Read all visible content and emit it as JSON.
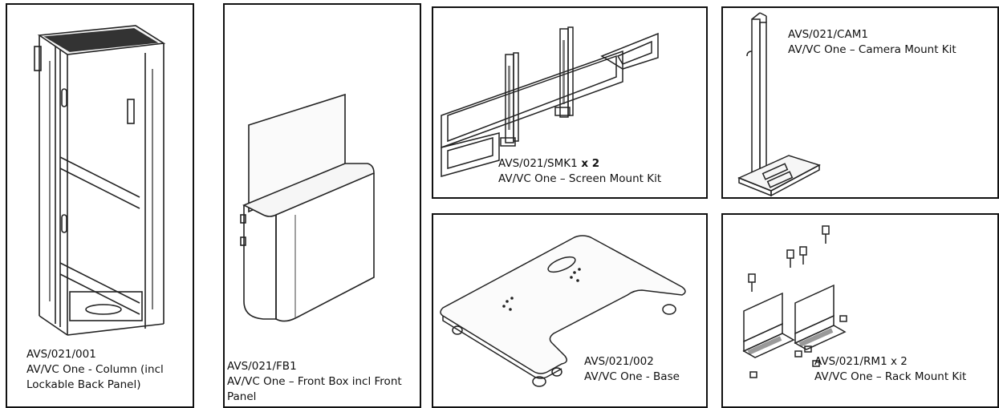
{
  "panels": {
    "column": {
      "code": "AVS/021/001",
      "line1": "AV/VC One - Column (incl",
      "line2": "Lockable Back Panel)"
    },
    "front_box": {
      "code": "AVS/021/FB1",
      "line1": "AV/VC One – Front Box incl Front",
      "line2": "Panel"
    },
    "screen_mount": {
      "code": "AVS/021/SMK1",
      "qty": " x 2",
      "name": "AV/VC One – Screen Mount Kit"
    },
    "camera_mount": {
      "code": "AVS/021/CAM1",
      "name": "AV/VC One – Camera Mount Kit"
    },
    "base": {
      "code": "AVS/021/002",
      "name": "AV/VC One - Base"
    },
    "rack_mount": {
      "code": "AVS/021/RM1 x 2",
      "name": "AV/VC One – Rack Mount Kit"
    }
  }
}
